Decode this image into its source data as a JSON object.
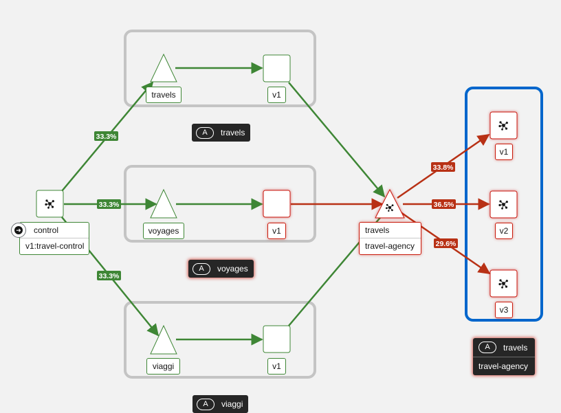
{
  "colors": {
    "healthy": "#3e8635",
    "error": "#c9190b",
    "selection": "#0066cc",
    "group_border": "#c4c4c4"
  },
  "apps": {
    "travels": {
      "label": "travels",
      "version": "v1"
    },
    "voyages": {
      "label": "voyages",
      "version": "v1"
    },
    "viaggi": {
      "label": "viaggi",
      "version": "v1"
    }
  },
  "control": {
    "label": "control",
    "workload": "v1:travel-control"
  },
  "target": {
    "label": "travels",
    "namespace": "travel-agency"
  },
  "badges": {
    "app_marker": "A",
    "travels": "travels",
    "voyages": "voyages",
    "bottom_partial": "viaggi"
  },
  "selected_group": {
    "label": "travels",
    "namespace": "travel-agency",
    "versions": [
      "v1",
      "v2",
      "v3"
    ]
  },
  "edges": {
    "control_to_travels": "33.3%",
    "control_to_voyages": "33.3%",
    "control_to_viaggi": "33.3%",
    "to_v1": "33.8%",
    "to_v2": "36.5%",
    "to_v3": "29.6%"
  },
  "icons": {
    "service": "network-hub-icon",
    "control": "arrow-circle-icon"
  }
}
